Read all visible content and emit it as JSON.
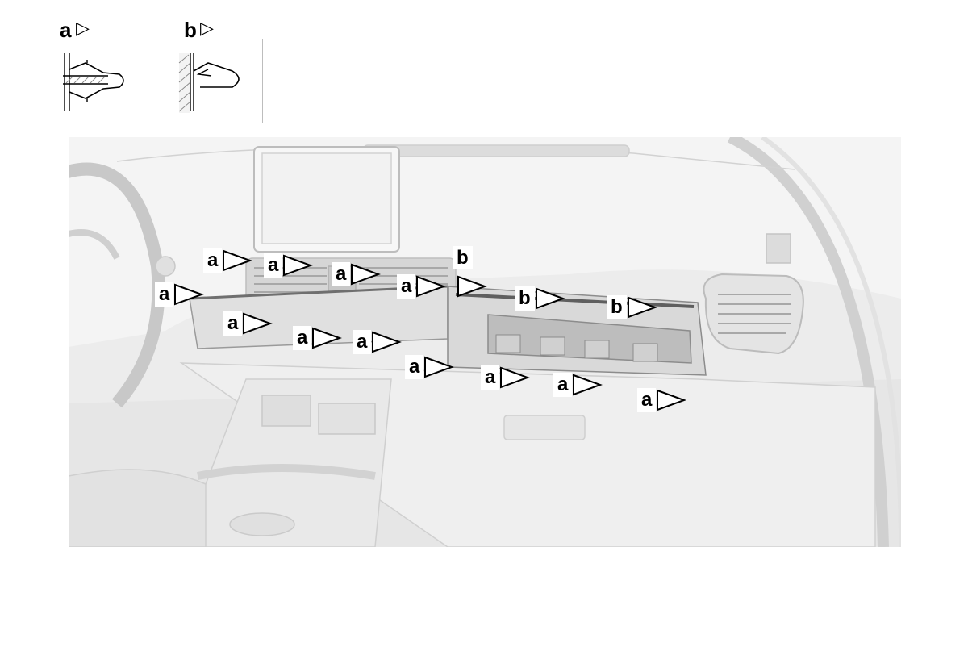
{
  "legend": {
    "items": [
      {
        "letter": "a",
        "marker": "▷"
      },
      {
        "letter": "b",
        "marker": "▷"
      }
    ]
  },
  "callouts": {
    "a": "a",
    "b": "b"
  },
  "icons": {
    "clip_a": "push-clip-icon",
    "clip_b": "hook-clip-icon",
    "pointer": "triangle-pointer-icon"
  },
  "colors": {
    "background": "#ffffff",
    "scene_base": "#ececec",
    "line": "#000000",
    "highlight": "#808080"
  }
}
